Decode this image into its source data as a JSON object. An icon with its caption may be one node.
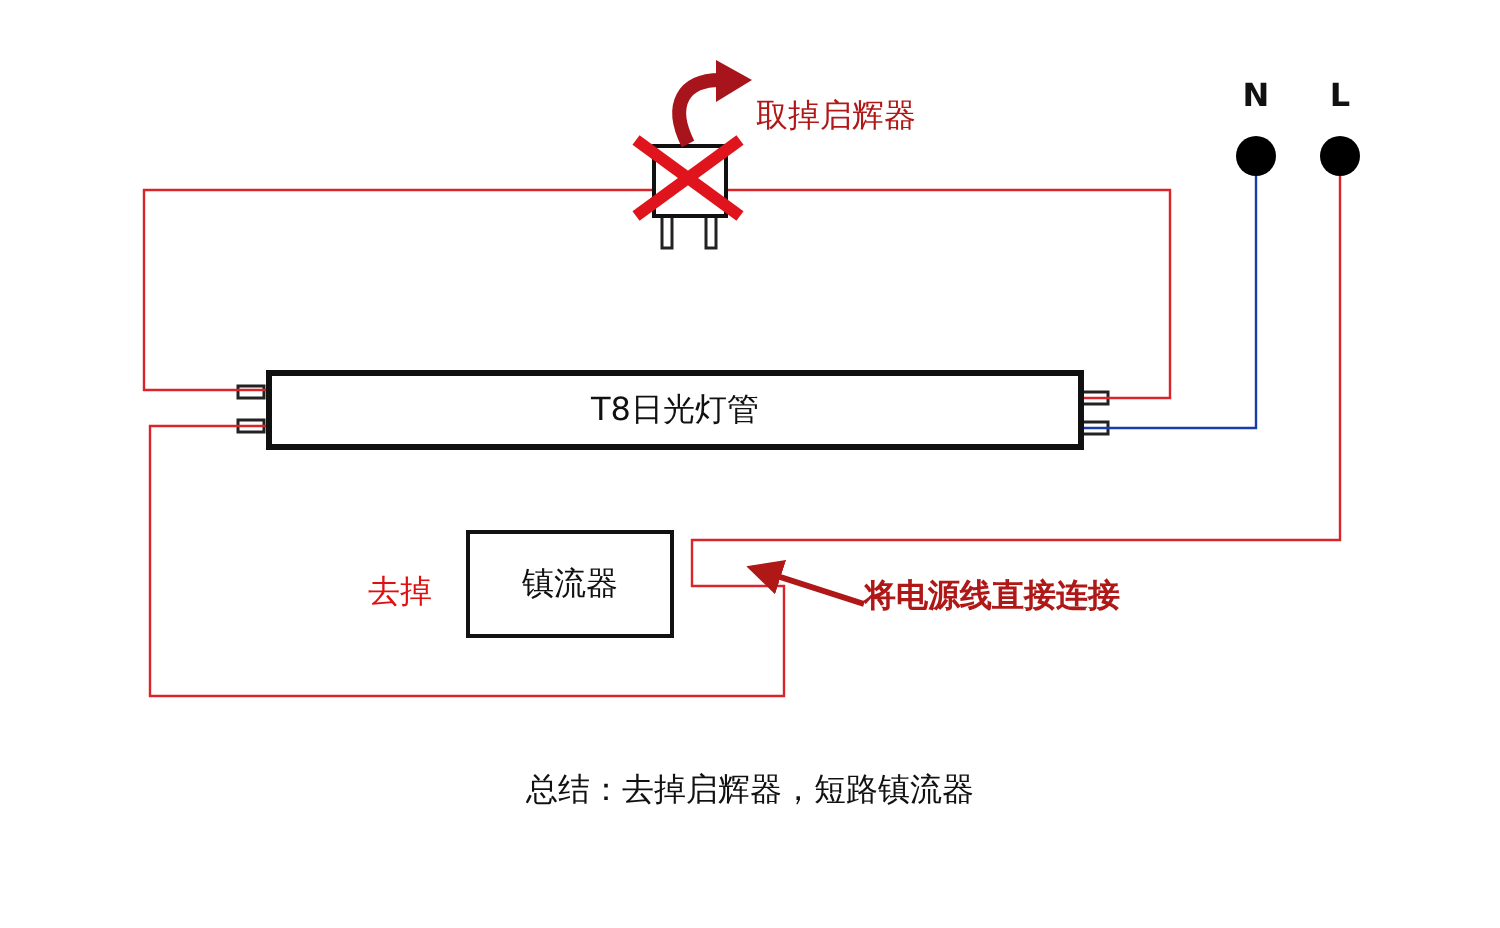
{
  "diagram": {
    "caption": "总结：去掉启辉器，短路镇流器",
    "nodes": [
      {
        "text": [
          "T8日光灯管"
        ]
      },
      {
        "text": [],
        "shape": "box",
        "beside": [
          "取掉启辉器"
        ]
      },
      {
        "text": [
          "N"
        ]
      },
      {
        "text": [
          "L"
        ]
      },
      {
        "text": [
          "镇流器"
        ],
        "beside": [
          "去掉"
        ]
      },
      {
        "text": [
          "将电源线直接连接"
        ]
      }
    ],
    "edges": [
      {
        "from": 1,
        "to": 0,
        "arrow": "none"
      },
      {
        "from": 1,
        "to": 0,
        "arrow": "none"
      },
      {
        "from": 2,
        "to": 0,
        "arrow": "none",
        "color": "#1a3ca8"
      },
      {
        "from": 3,
        "to": 0,
        "arrow": "none"
      },
      {
        "from": 5,
        "to": null,
        "arrow": "to",
        "style": "thick",
        "color": "#b01818"
      }
    ]
  }
}
